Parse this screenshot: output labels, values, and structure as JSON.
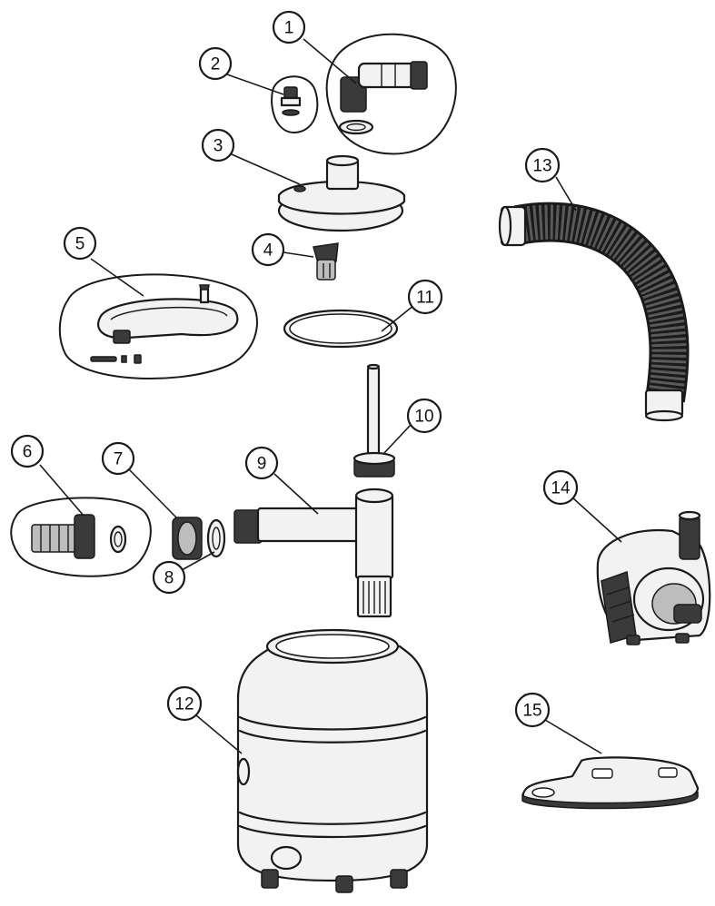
{
  "diagram": {
    "callouts": [
      {
        "label": "1"
      },
      {
        "label": "2"
      },
      {
        "label": "3"
      },
      {
        "label": "4"
      },
      {
        "label": "5"
      },
      {
        "label": "6"
      },
      {
        "label": "7"
      },
      {
        "label": "8"
      },
      {
        "label": "9"
      },
      {
        "label": "10"
      },
      {
        "label": "11"
      },
      {
        "label": "12"
      },
      {
        "label": "13"
      },
      {
        "label": "14"
      },
      {
        "label": "15"
      }
    ]
  }
}
